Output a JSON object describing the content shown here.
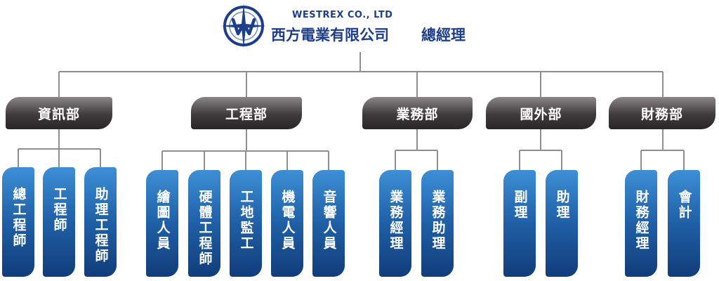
{
  "header": {
    "company_en": "WESTREX CO., LTD",
    "company_zh": "西方電業有限公司",
    "top_role": "總經理"
  },
  "colors": {
    "brand_blue": "#1d3f8a",
    "dept_box_dark": "#2a2627",
    "role_box_blue": "#1f5fa6",
    "connector": "#8f8f8f"
  },
  "departments": [
    {
      "name": "資訊部",
      "roles": [
        "總工程師",
        "工程師",
        "助理工程師"
      ]
    },
    {
      "name": "工程部",
      "roles": [
        "繪圖人員",
        "硬體工程師",
        "工地監工",
        "機電人員",
        "音響人員"
      ]
    },
    {
      "name": "業務部",
      "roles": [
        "業務經理",
        "業務助理"
      ]
    },
    {
      "name": "國外部",
      "roles": [
        "副理",
        "助理"
      ]
    },
    {
      "name": "財務部",
      "roles": [
        "財務經理",
        "會計"
      ]
    }
  ]
}
